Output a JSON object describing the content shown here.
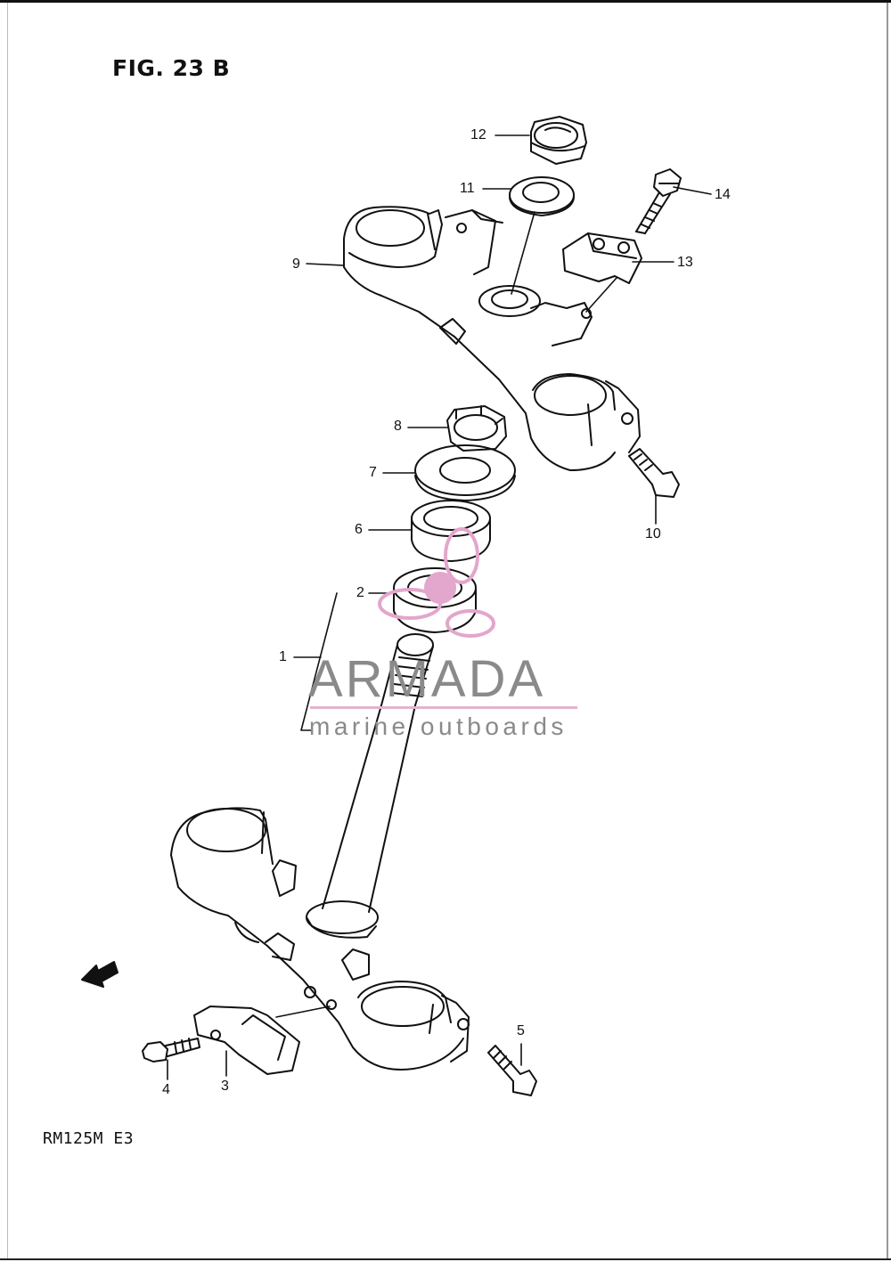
{
  "figure": {
    "title": "FIG. 23 B",
    "model_code": "RM125M  E3",
    "fwd_arrow": "FWD"
  },
  "callouts": {
    "c1": "1",
    "c2": "2",
    "c3": "3",
    "c4": "4",
    "c5": "5",
    "c6": "6",
    "c7": "7",
    "c8": "8",
    "c9": "9",
    "c10": "10",
    "c11": "11",
    "c12": "12",
    "c13": "13",
    "c14": "14"
  },
  "watermark": {
    "brand": "ARMADA",
    "tagline": "marine outboards",
    "logo_color": "#e3a6cc",
    "text_color": "#8a8a8a"
  }
}
